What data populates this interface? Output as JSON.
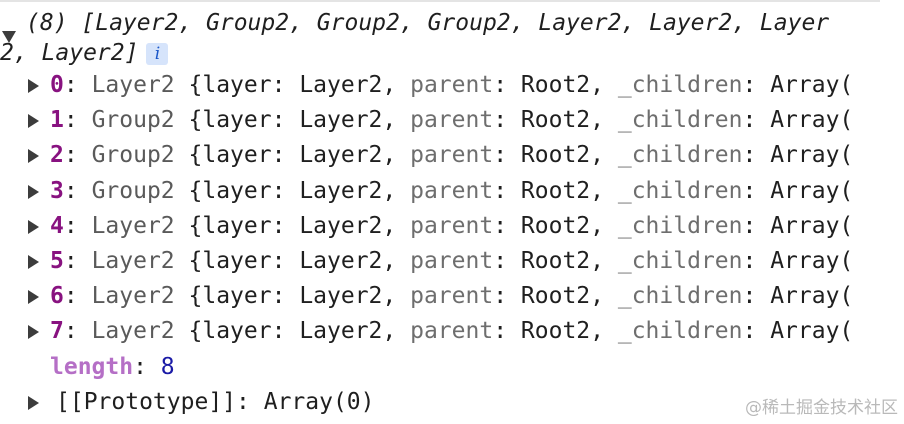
{
  "console": {
    "summary_line1": "(8) [Layer2, Group2, Group2, Group2, Layer2, Layer2, Layer",
    "summary_line2": "2, Layer2]",
    "info_badge": "i",
    "entries": [
      {
        "index": "0",
        "class_name": "Layer2",
        "layer_value": "Layer2",
        "parent_value": "Root2",
        "children_value": "Array("
      },
      {
        "index": "1",
        "class_name": "Group2",
        "layer_value": "Layer2",
        "parent_value": "Root2",
        "children_value": "Array("
      },
      {
        "index": "2",
        "class_name": "Group2",
        "layer_value": "Layer2",
        "parent_value": "Root2",
        "children_value": "Array("
      },
      {
        "index": "3",
        "class_name": "Group2",
        "layer_value": "Layer2",
        "parent_value": "Root2",
        "children_value": "Array("
      },
      {
        "index": "4",
        "class_name": "Layer2",
        "layer_value": "Layer2",
        "parent_value": "Root2",
        "children_value": "Array("
      },
      {
        "index": "5",
        "class_name": "Layer2",
        "layer_value": "Layer2",
        "parent_value": "Root2",
        "children_value": "Array("
      },
      {
        "index": "6",
        "class_name": "Layer2",
        "layer_value": "Layer2",
        "parent_value": "Root2",
        "children_value": "Array("
      },
      {
        "index": "7",
        "class_name": "Layer2",
        "layer_value": "Layer2",
        "parent_value": "Root2",
        "children_value": "Array("
      }
    ],
    "keys": {
      "layer": "layer",
      "parent": "parent",
      "children": "_children"
    },
    "length_key": "length",
    "length_value": "8",
    "prototype_label": "[[Prototype]]",
    "prototype_value": "Array(0)",
    "watermark": "@稀土掘金技术社区"
  },
  "colors": {
    "index_purple": "#881280",
    "length_key_purple": "#b56fc6",
    "number_blue": "#1a1aa6",
    "badge_bg": "#d6e4fb",
    "badge_fg": "#1a56c8"
  }
}
